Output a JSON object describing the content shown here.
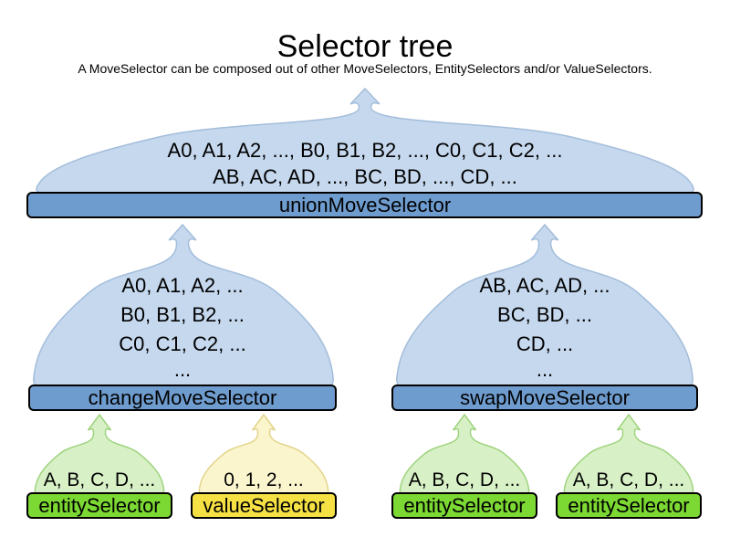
{
  "title": "Selector tree",
  "subtitle": "A MoveSelector can be composed out of other MoveSelectors, EntitySelectors and/or ValueSelectors.",
  "colors": {
    "move_funnel_fill": "#c5d8ee",
    "move_funnel_stroke": "#a3bdda",
    "move_bar_fill": "#6f9cce",
    "entity_funnel_fill": "#d7f0c5",
    "entity_funnel_stroke": "#9fd37f",
    "entity_bar_fill": "#7cd832",
    "value_funnel_fill": "#faf5cd",
    "value_funnel_stroke": "#e3d48a",
    "value_bar_fill": "#f6e145",
    "bar_border": "#000000",
    "text": "#000000"
  },
  "nodes": {
    "union": {
      "label": "unionMoveSelector",
      "lines": [
        "A0, A1, A2, ..., B0, B1, B2, ..., C0, C1, C2, ...",
        "AB, AC, AD, ..., BC, BD, ..., CD, ..."
      ]
    },
    "change": {
      "label": "changeMoveSelector",
      "lines": [
        "A0, A1, A2, ...",
        "B0, B1, B2, ...",
        "C0, C1, C2, ...",
        "..."
      ]
    },
    "swap": {
      "label": "swapMoveSelector",
      "lines": [
        "AB, AC, AD, ...",
        "BC, BD, ...",
        "CD, ...",
        "..."
      ]
    },
    "entity1": {
      "label": "entitySelector",
      "lines": [
        "A, B, C, D, ..."
      ]
    },
    "value1": {
      "label": "valueSelector",
      "lines": [
        "0, 1, 2, ..."
      ]
    },
    "entity2": {
      "label": "entitySelector",
      "lines": [
        "A, B, C, D, ..."
      ]
    },
    "entity3": {
      "label": "entitySelector",
      "lines": [
        "A, B, C, D, ..."
      ]
    }
  }
}
